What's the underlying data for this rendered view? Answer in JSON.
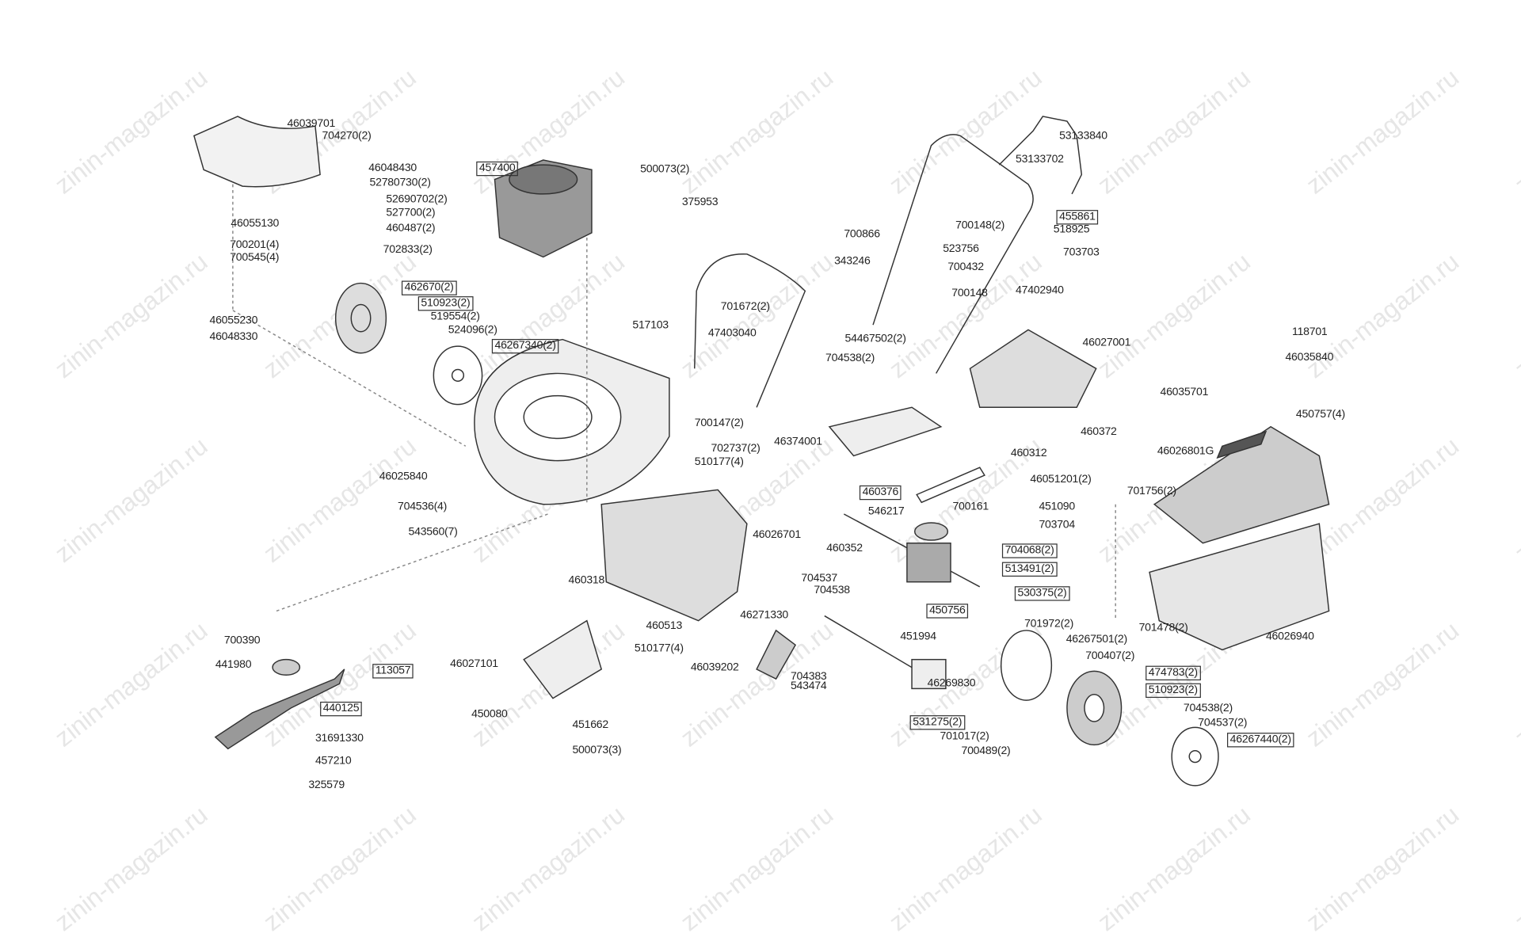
{
  "watermark": "zinin-magazin.ru",
  "labels": [
    {
      "text": "46039701",
      "boxed": false
    },
    {
      "text": "704270(2)",
      "boxed": false
    },
    {
      "text": "46048430",
      "boxed": false
    },
    {
      "text": "52780730(2)",
      "boxed": false
    },
    {
      "text": "52690702(2)",
      "boxed": false
    },
    {
      "text": "527700(2)",
      "boxed": false
    },
    {
      "text": "460487(2)",
      "boxed": false
    },
    {
      "text": "46055130",
      "boxed": false
    },
    {
      "text": "700201(4)",
      "boxed": false
    },
    {
      "text": "700545(4)",
      "boxed": false
    },
    {
      "text": "702833(2)",
      "boxed": false
    },
    {
      "text": "457400",
      "boxed": true
    },
    {
      "text": "500073(2)",
      "boxed": false
    },
    {
      "text": "375953",
      "boxed": false
    },
    {
      "text": "462670(2)",
      "boxed": true
    },
    {
      "text": "510923(2)",
      "boxed": true
    },
    {
      "text": "519554(2)",
      "boxed": false
    },
    {
      "text": "524096(2)",
      "boxed": false
    },
    {
      "text": "46267340(2)",
      "boxed": true
    },
    {
      "text": "46055230",
      "boxed": false
    },
    {
      "text": "46048330",
      "boxed": false
    },
    {
      "text": "517103",
      "boxed": false
    },
    {
      "text": "47403040",
      "boxed": false
    },
    {
      "text": "701672(2)",
      "boxed": false
    },
    {
      "text": "53133840",
      "boxed": false
    },
    {
      "text": "53133702",
      "boxed": false
    },
    {
      "text": "455861",
      "boxed": true
    },
    {
      "text": "700148(2)",
      "boxed": false
    },
    {
      "text": "518925",
      "boxed": false
    },
    {
      "text": "700866",
      "boxed": false
    },
    {
      "text": "523756",
      "boxed": false
    },
    {
      "text": "703703",
      "boxed": false
    },
    {
      "text": "343246",
      "boxed": false
    },
    {
      "text": "700432",
      "boxed": false
    },
    {
      "text": "700148",
      "boxed": false
    },
    {
      "text": "47402940",
      "boxed": false
    },
    {
      "text": "54467502(2)",
      "boxed": false
    },
    {
      "text": "704538(2)",
      "boxed": false
    },
    {
      "text": "46027001",
      "boxed": false
    },
    {
      "text": "118701",
      "boxed": false
    },
    {
      "text": "46035840",
      "boxed": false
    },
    {
      "text": "46035701",
      "boxed": false
    },
    {
      "text": "450757(4)",
      "boxed": false
    },
    {
      "text": "460372",
      "boxed": false
    },
    {
      "text": "46026801G",
      "boxed": false
    },
    {
      "text": "460312",
      "boxed": false
    },
    {
      "text": "46051201(2)",
      "boxed": false
    },
    {
      "text": "701756(2)",
      "boxed": false
    },
    {
      "text": "700147(2)",
      "boxed": false
    },
    {
      "text": "702737(2)",
      "boxed": false
    },
    {
      "text": "510177(4)",
      "boxed": false
    },
    {
      "text": "46374001",
      "boxed": false
    },
    {
      "text": "46025840",
      "boxed": false
    },
    {
      "text": "704536(4)",
      "boxed": false
    },
    {
      "text": "543560(7)",
      "boxed": false
    },
    {
      "text": "460376",
      "boxed": true
    },
    {
      "text": "546217",
      "boxed": false
    },
    {
      "text": "700161",
      "boxed": false
    },
    {
      "text": "451090",
      "boxed": false
    },
    {
      "text": "703704",
      "boxed": false
    },
    {
      "text": "460352",
      "boxed": false
    },
    {
      "text": "704068(2)",
      "boxed": true
    },
    {
      "text": "513491(2)",
      "boxed": true
    },
    {
      "text": "530375(2)",
      "boxed": true
    },
    {
      "text": "46026701",
      "boxed": false
    },
    {
      "text": "460318",
      "boxed": false
    },
    {
      "text": "704537",
      "boxed": false
    },
    {
      "text": "704538",
      "boxed": false
    },
    {
      "text": "46271330",
      "boxed": false
    },
    {
      "text": "450756",
      "boxed": true
    },
    {
      "text": "451994",
      "boxed": false
    },
    {
      "text": "460513",
      "boxed": false
    },
    {
      "text": "510177(4)",
      "boxed": false
    },
    {
      "text": "46039202",
      "boxed": false
    },
    {
      "text": "704383",
      "boxed": false
    },
    {
      "text": "543474",
      "boxed": false
    },
    {
      "text": "46269830",
      "boxed": false
    },
    {
      "text": "701972(2)",
      "boxed": false
    },
    {
      "text": "46267501(2)",
      "boxed": false
    },
    {
      "text": "700407(2)",
      "boxed": false
    },
    {
      "text": "474783(2)",
      "boxed": true
    },
    {
      "text": "510923(2)",
      "boxed": true
    },
    {
      "text": "704538(2)",
      "boxed": false
    },
    {
      "text": "704537(2)",
      "boxed": false
    },
    {
      "text": "46267440(2)",
      "boxed": true
    },
    {
      "text": "531275(2)",
      "boxed": true
    },
    {
      "text": "701017(2)",
      "boxed": false
    },
    {
      "text": "700489(2)",
      "boxed": false
    },
    {
      "text": "701478(2)",
      "boxed": false
    },
    {
      "text": "46026940",
      "boxed": false
    },
    {
      "text": "46027101",
      "boxed": false
    },
    {
      "text": "450080",
      "boxed": false
    },
    {
      "text": "451662",
      "boxed": false
    },
    {
      "text": "500073(3)",
      "boxed": false
    },
    {
      "text": "700390",
      "boxed": false
    },
    {
      "text": "441980",
      "boxed": false
    },
    {
      "text": "113057",
      "boxed": true
    },
    {
      "text": "440125",
      "boxed": true
    },
    {
      "text": "31691330",
      "boxed": false
    },
    {
      "text": "457210",
      "boxed": false
    },
    {
      "text": "325579",
      "boxed": false
    }
  ]
}
